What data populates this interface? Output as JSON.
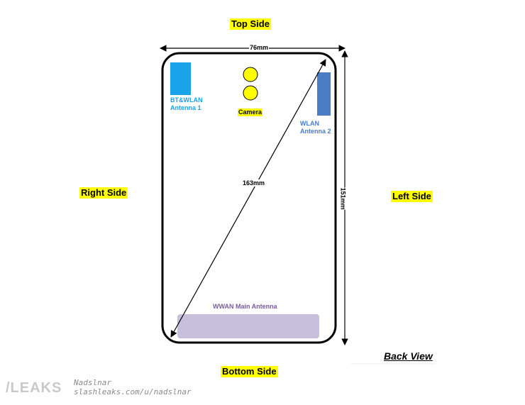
{
  "sides": {
    "top": "Top Side",
    "bottom": "Bottom Side",
    "right": "Right Side",
    "left": "Left Side"
  },
  "dimensions": {
    "width": "76mm",
    "height": "151mm",
    "diagonal": "163mm"
  },
  "components": {
    "bt_wlan_antenna_1": {
      "line1": "BT&WLAN",
      "line2": "Antenna 1",
      "color": "#1aa3e8"
    },
    "wlan_antenna_2": {
      "line1": "WLAN",
      "line2": "Antenna 2",
      "color": "#4a7dc4"
    },
    "camera": {
      "label": "Camera",
      "color": "#ffff00"
    },
    "wwan_main_antenna": {
      "label": "WWAN Main Antenna",
      "color": "#c8bfdc",
      "text_color": "#7a5c9e"
    }
  },
  "view_label": "Back View",
  "watermark": {
    "logo": "/LEAKS",
    "user": "Nadslnar",
    "url": "slashleaks.com/u/nadslnar"
  }
}
